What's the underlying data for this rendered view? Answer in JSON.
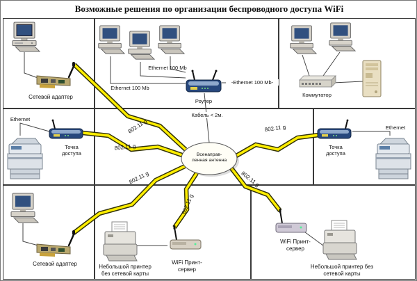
{
  "title": "Возможные решения по организации беспроводного доступа WiFi",
  "colors": {
    "bolt_yellow": "#ffee00",
    "device_blue": "#26477d",
    "panel_border": "#3a3a3a"
  },
  "wireless_label": "802.11 g",
  "top_left": {
    "label": "Сетевой адаптер"
  },
  "top_middle": {
    "link_left": "Ethernet 100 Mb",
    "link_top": "Ethernet 100 Mb",
    "link_right": "-Ethernet 100 Mb-",
    "router_label": "Роутер"
  },
  "top_right": {
    "switch_label": "Коммутатор"
  },
  "middle_left": {
    "ethernet_label": "Ethernet",
    "ap_label": "Точка доступа"
  },
  "middle_right": {
    "ethernet_label": "Ethernet",
    "ap_label": "Точка доступа"
  },
  "center": {
    "antenna_label": "Всенаправ- ленная антенна",
    "cable_label": "Кабель < 2м."
  },
  "bottom_left": {
    "label": "Сетевой адаптер"
  },
  "bottom_middle": {
    "printer_label": "Небольшой принтер без сетевой карты",
    "print_server_label": "WiFi Принт- сервер"
  },
  "bottom_right": {
    "print_server_label": "WiFi Принт- сервер",
    "printer_label": "Небольшой принтер без сетевой карты"
  }
}
